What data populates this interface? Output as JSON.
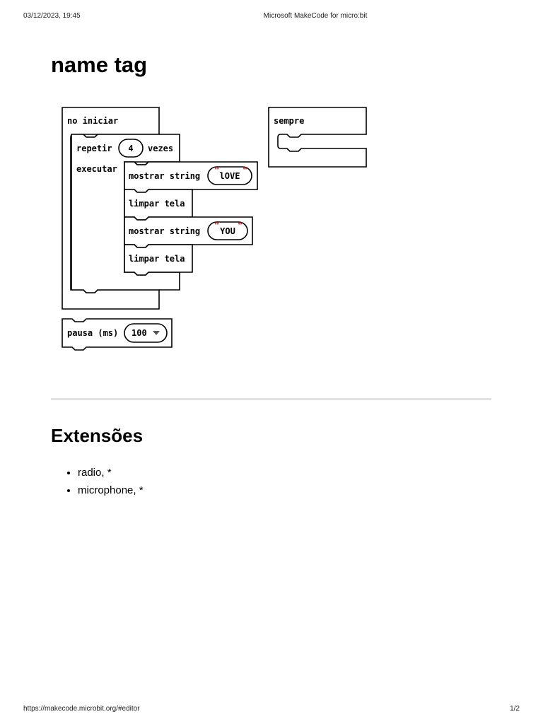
{
  "print_header": {
    "datetime": "03/12/2023, 19:45",
    "page_title": "Microsoft MakeCode for micro:bit"
  },
  "project": {
    "title": "name tag"
  },
  "blocks": {
    "on_start": {
      "label": "no iniciar",
      "repeat": {
        "label_before": "repetir",
        "count": "4",
        "label_after": "vezes",
        "do_label": "executar",
        "body": [
          {
            "type": "show_string",
            "label": "mostrar string",
            "value": "lOVE"
          },
          {
            "type": "clear_screen",
            "label": "limpar tela"
          },
          {
            "type": "show_string",
            "label": "mostrar string",
            "value": "YOU"
          },
          {
            "type": "clear_screen",
            "label": "limpar tela"
          }
        ]
      }
    },
    "forever": {
      "label": "sempre"
    },
    "pause": {
      "label": "pausa (ms)",
      "value": "100"
    }
  },
  "extensions": {
    "title": "Extensões",
    "items": [
      "radio, *",
      "microphone, *"
    ]
  },
  "print_footer": {
    "url": "https://makecode.microbit.org/#editor",
    "page": "1/2"
  }
}
